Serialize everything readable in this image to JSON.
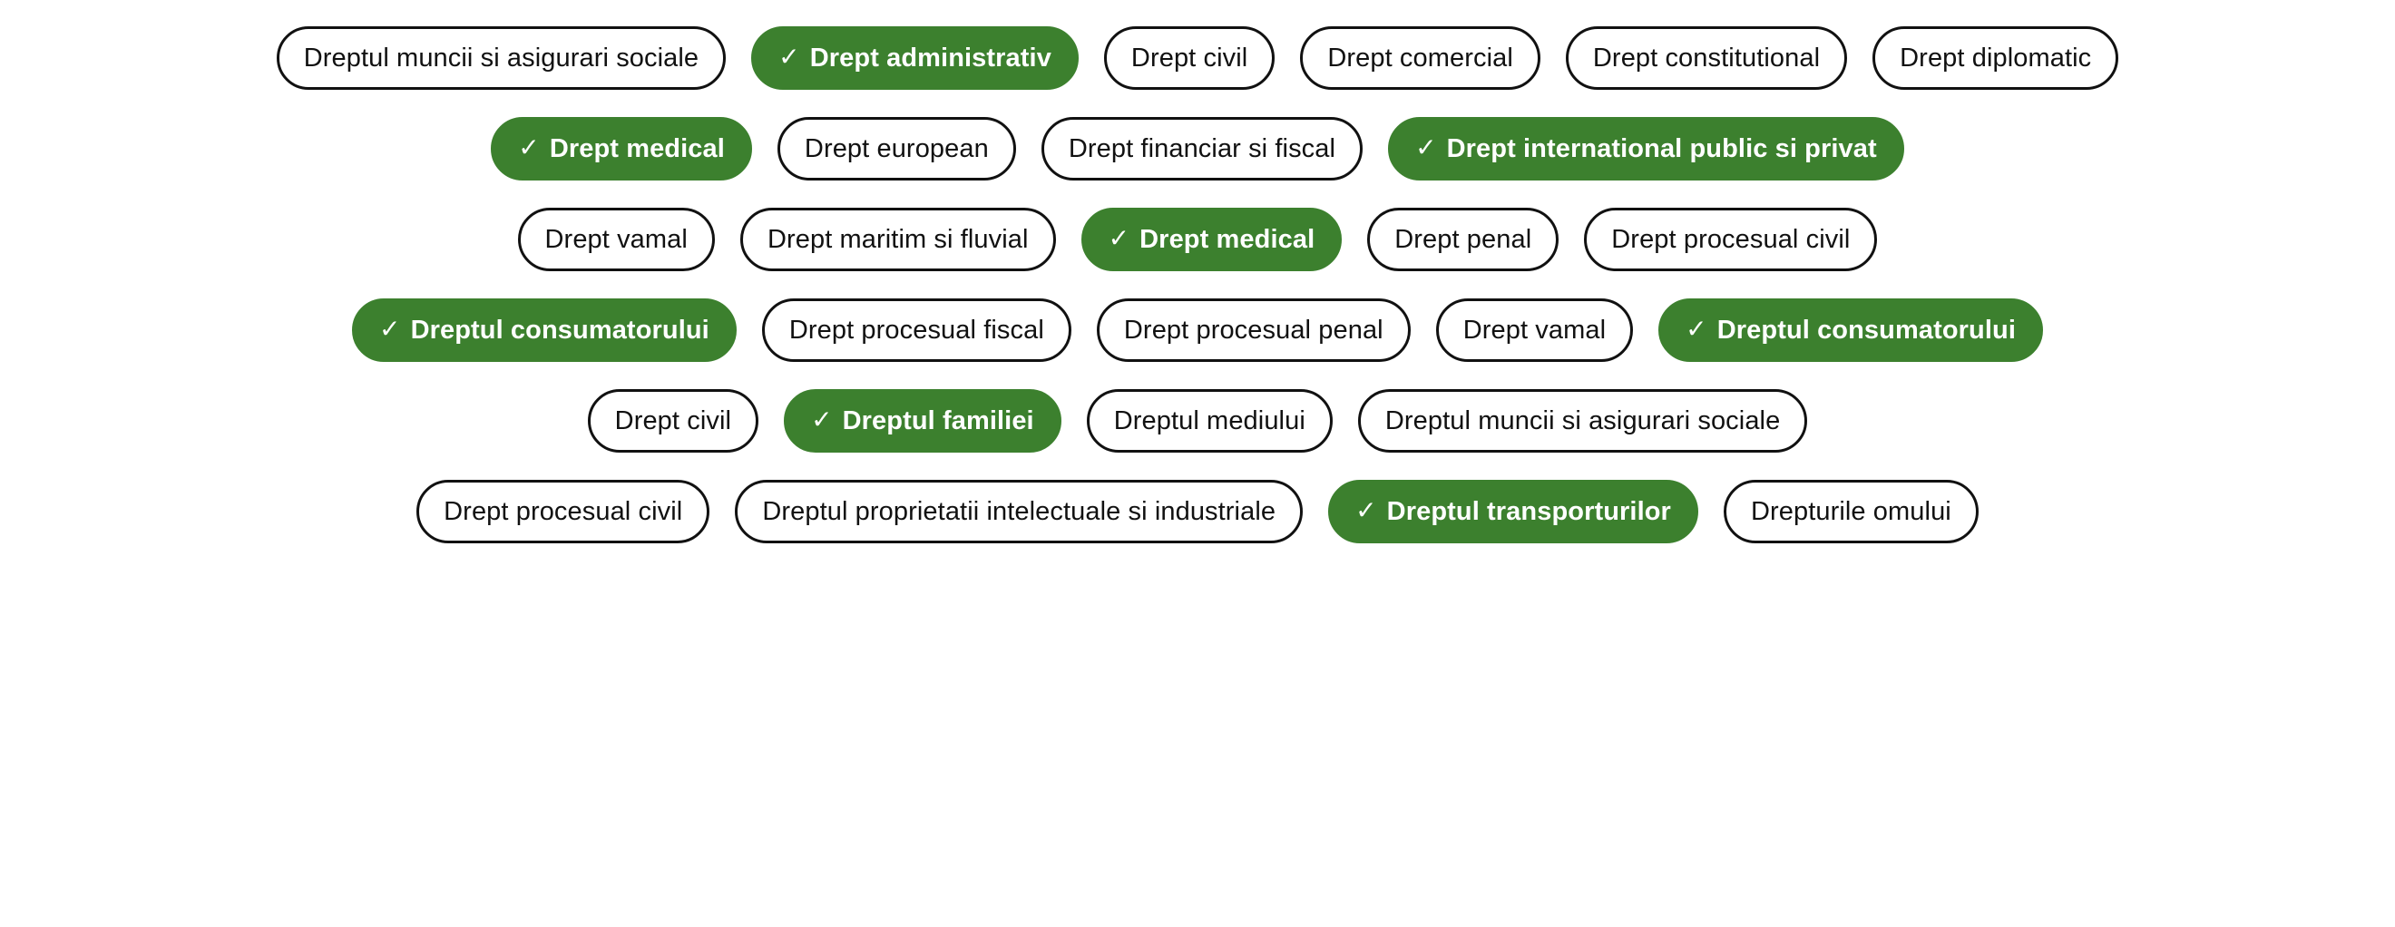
{
  "theme": {
    "selected_background": "#3C802E",
    "selected_text": "#FFFFFF",
    "unselected_background": "#FFFFFF",
    "unselected_text": "#111111",
    "unselected_border": "#111111",
    "page_background": "#FFFFFF"
  },
  "icons": {
    "check": "✓"
  },
  "tag_cloud": {
    "rows": [
      {
        "tags": [
          {
            "label": "Dreptul muncii si asigurari sociale",
            "selected": false
          },
          {
            "label": "Drept administrativ",
            "selected": true
          },
          {
            "label": "Drept civil",
            "selected": false
          },
          {
            "label": "Drept comercial",
            "selected": false
          },
          {
            "label": "Drept constitutional",
            "selected": false
          },
          {
            "label": "Drept diplomatic",
            "selected": false
          }
        ]
      },
      {
        "tags": [
          {
            "label": "Drept medical",
            "selected": true
          },
          {
            "label": "Drept european",
            "selected": false
          },
          {
            "label": "Drept financiar si fiscal",
            "selected": false
          },
          {
            "label": "Drept international public si privat",
            "selected": true
          }
        ]
      },
      {
        "tags": [
          {
            "label": "Drept vamal",
            "selected": false
          },
          {
            "label": "Drept maritim si fluvial",
            "selected": false
          },
          {
            "label": "Drept medical",
            "selected": true
          },
          {
            "label": "Drept penal",
            "selected": false
          },
          {
            "label": "Drept procesual civil",
            "selected": false
          }
        ]
      },
      {
        "tags": [
          {
            "label": "Dreptul consumatorului",
            "selected": true
          },
          {
            "label": "Drept procesual fiscal",
            "selected": false
          },
          {
            "label": "Drept procesual penal",
            "selected": false
          },
          {
            "label": "Drept vamal",
            "selected": false
          },
          {
            "label": "Dreptul consumatorului",
            "selected": true
          }
        ]
      },
      {
        "tags": [
          {
            "label": "Drept civil",
            "selected": false
          },
          {
            "label": "Dreptul familiei",
            "selected": true
          },
          {
            "label": "Dreptul mediului",
            "selected": false
          },
          {
            "label": "Dreptul muncii si asigurari sociale",
            "selected": false
          }
        ]
      },
      {
        "tags": [
          {
            "label": "Drept procesual civil",
            "selected": false
          },
          {
            "label": "Dreptul proprietatii intelectuale si industriale",
            "selected": false
          },
          {
            "label": "Dreptul transporturilor",
            "selected": true
          },
          {
            "label": "Drepturile omului",
            "selected": false
          }
        ]
      }
    ]
  }
}
